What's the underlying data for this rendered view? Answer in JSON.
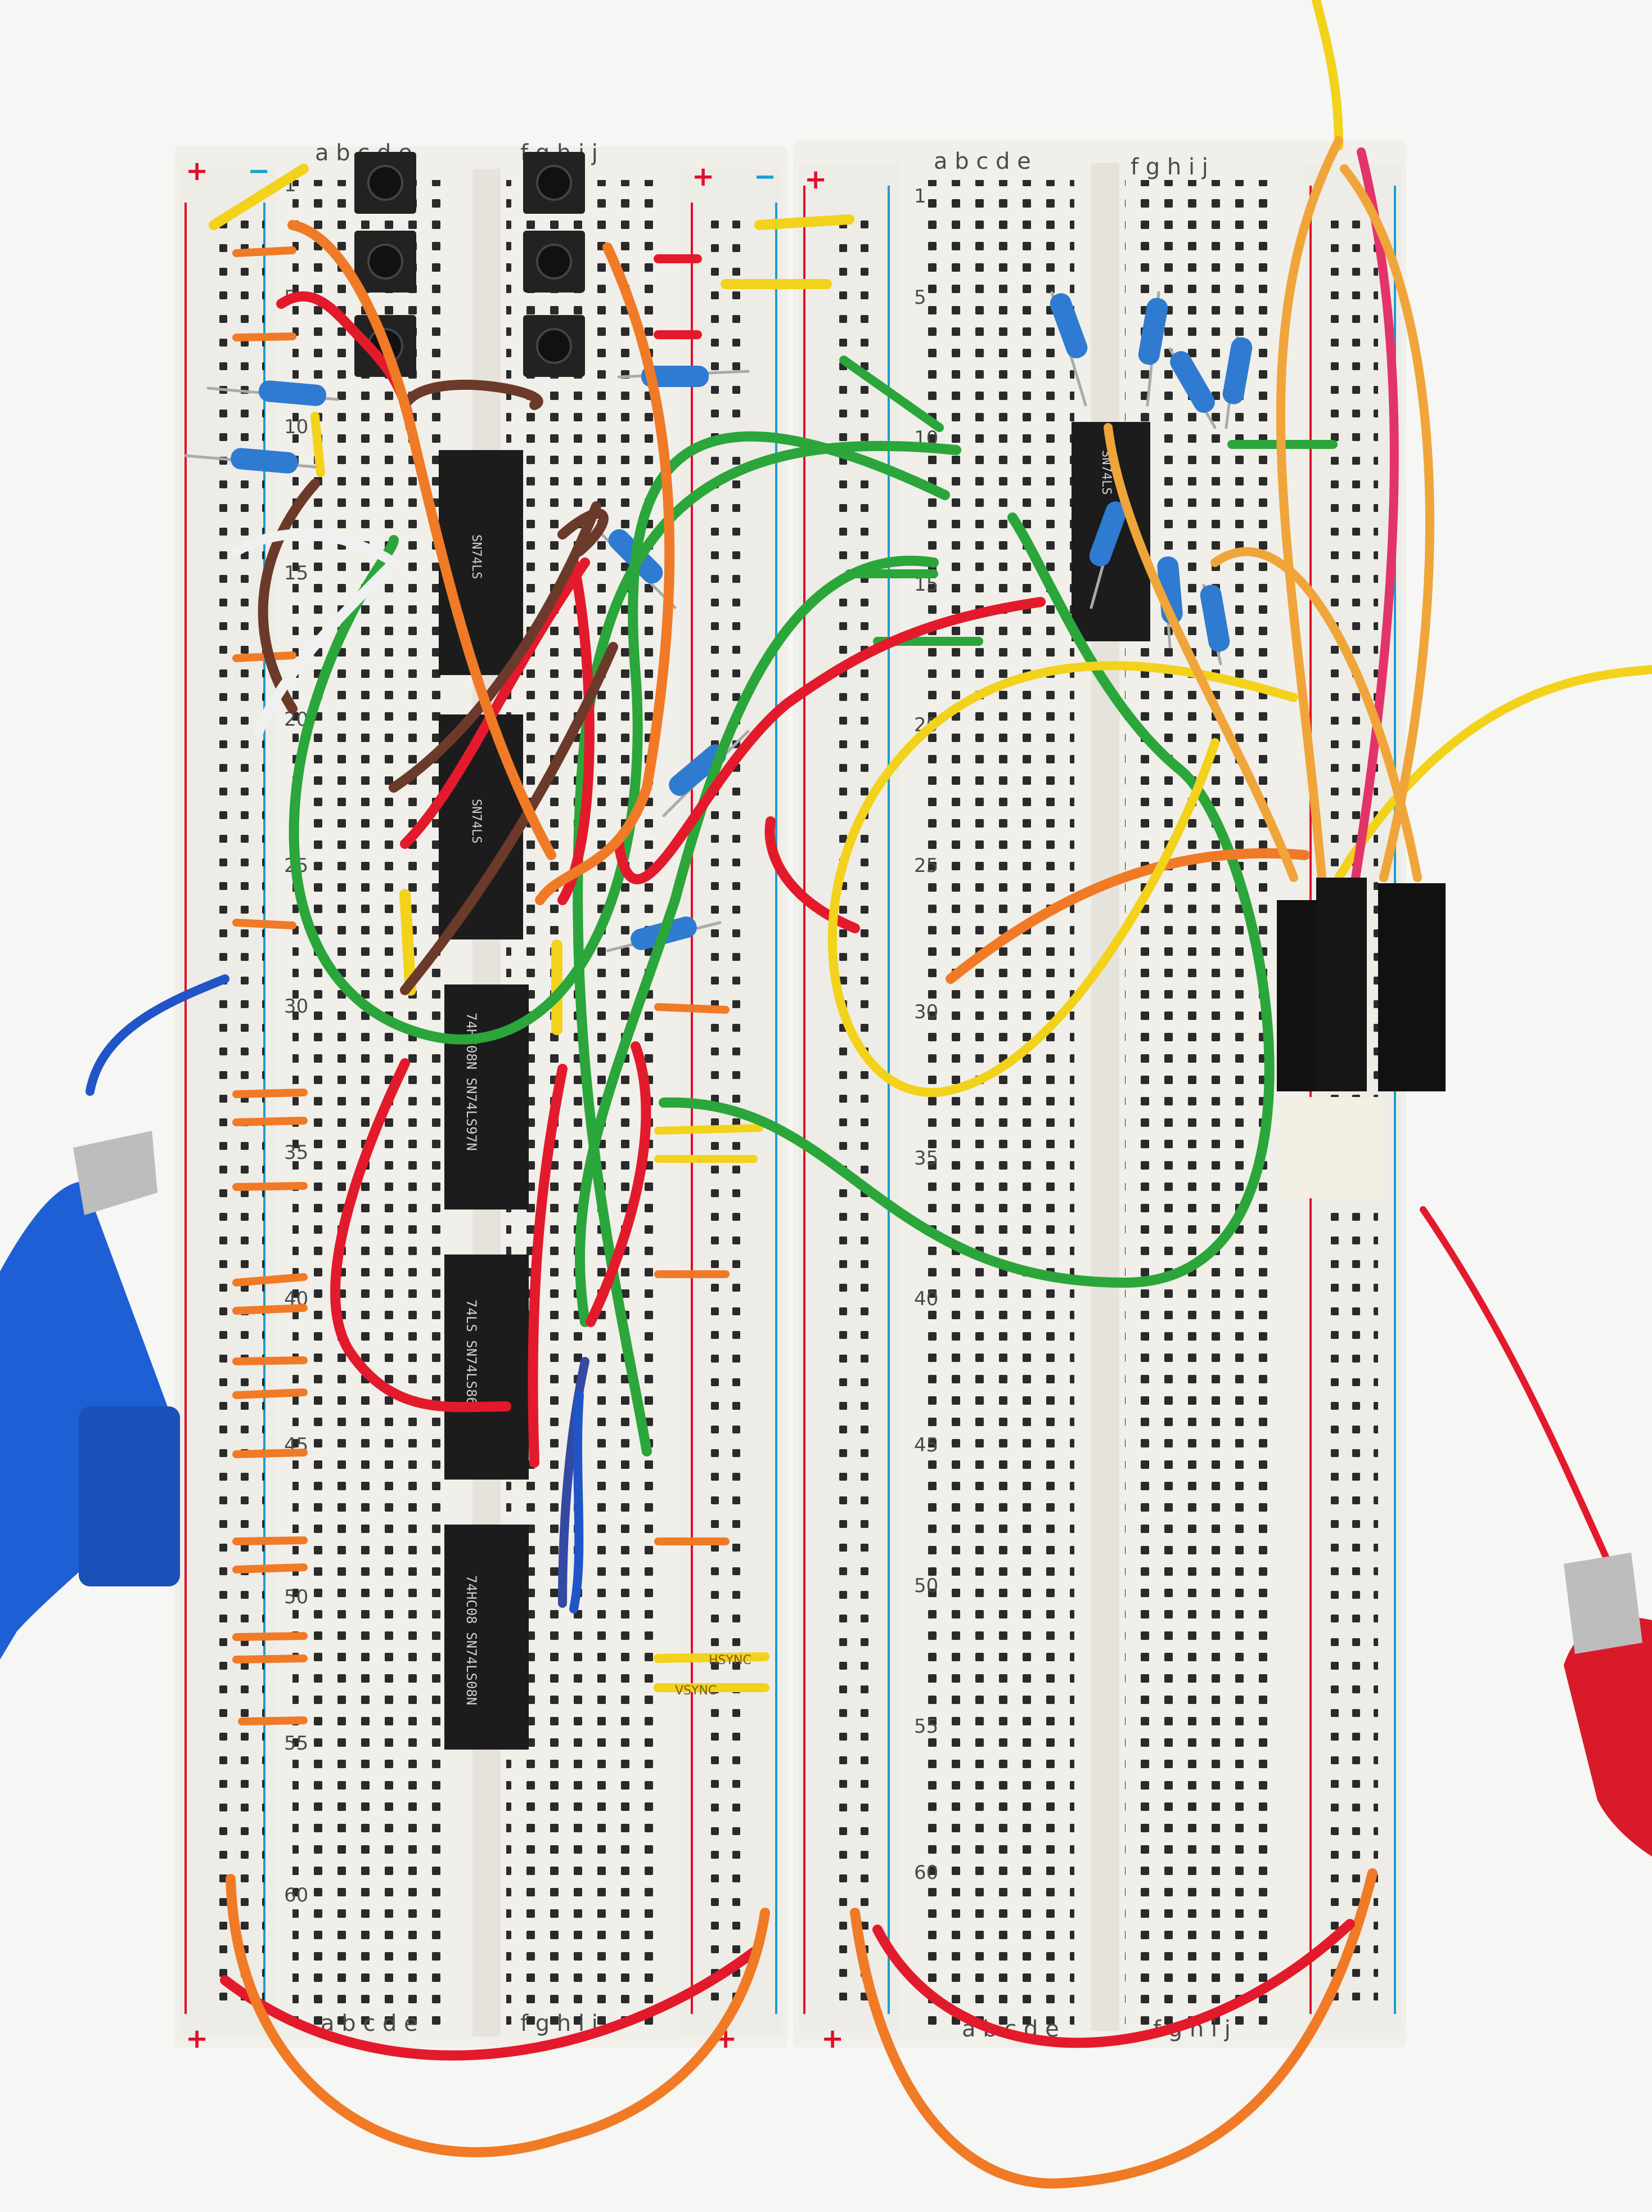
{
  "board": {
    "column_labels_left": "a b c d e",
    "column_labels_right": "f g h i j",
    "rail_plus": "+",
    "rail_minus": "−",
    "left_row_numbers": [
      "1",
      "5",
      "10",
      "15",
      "20",
      "25",
      "30",
      "35",
      "40",
      "45",
      "50",
      "55",
      "60"
    ],
    "right_row_numbers": [
      "1",
      "5",
      "10",
      "15",
      "20",
      "25",
      "30",
      "35",
      "40",
      "45",
      "50",
      "55",
      "60"
    ]
  },
  "chips": [
    {
      "label": "SN74LS"
    },
    {
      "label": "SN74LS"
    },
    {
      "label": "74HC08N\nSN74LS97N"
    },
    {
      "label": "74LS\nSN74LS86"
    },
    {
      "label": "74HC08\nSN74LS08N"
    },
    {
      "label": "SN74LS"
    }
  ],
  "labels": {
    "hsync": "HSYNC",
    "vsync": "VSYNC"
  },
  "colors": {
    "wire_red": "#e31a2b",
    "wire_green": "#2aa63a",
    "wire_orange": "#f07a26",
    "wire_yellow": "#f2d21b",
    "wire_brown": "#6b3a2a",
    "wire_blue": "#2055c8",
    "clip_blue": "#1f5fd6",
    "clip_red": "#d91a2a"
  }
}
